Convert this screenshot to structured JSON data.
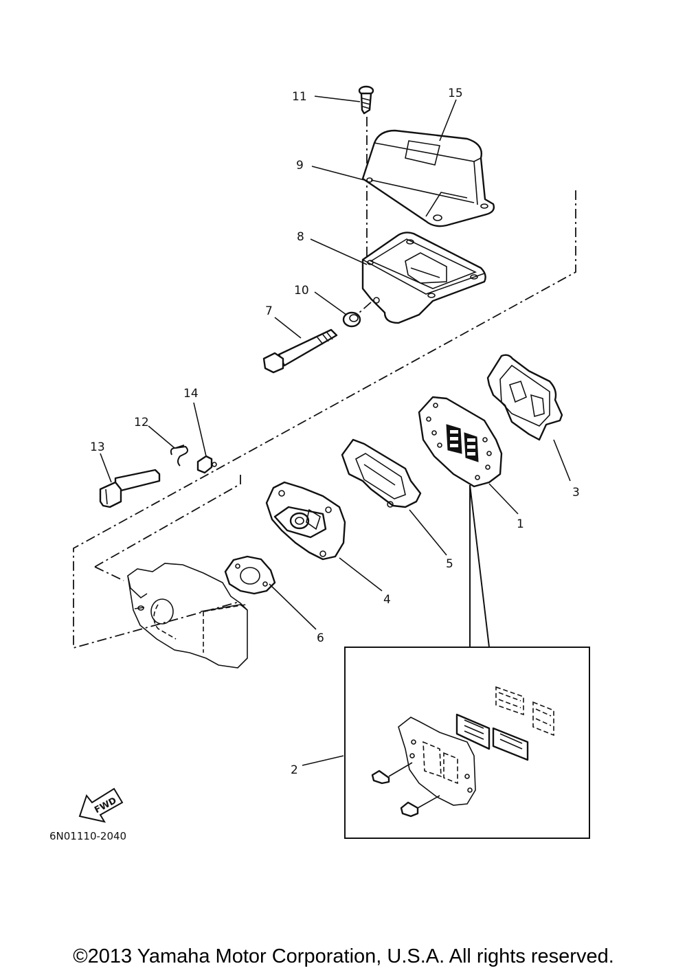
{
  "callouts": [
    {
      "number": "1"
    },
    {
      "number": "2"
    },
    {
      "number": "3"
    },
    {
      "number": "4"
    },
    {
      "number": "5"
    },
    {
      "number": "6"
    },
    {
      "number": "7"
    },
    {
      "number": "8"
    },
    {
      "number": "9"
    },
    {
      "number": "10"
    },
    {
      "number": "11"
    },
    {
      "number": "12"
    },
    {
      "number": "13"
    },
    {
      "number": "14"
    },
    {
      "number": "15"
    }
  ],
  "direction_arrow": {
    "label": "FWD",
    "icon": "forward-arrow-icon"
  },
  "diagram_code": "6N01110-2040",
  "copyright": "©2013 Yamaha Motor Corporation, U.S.A. All rights reserved."
}
